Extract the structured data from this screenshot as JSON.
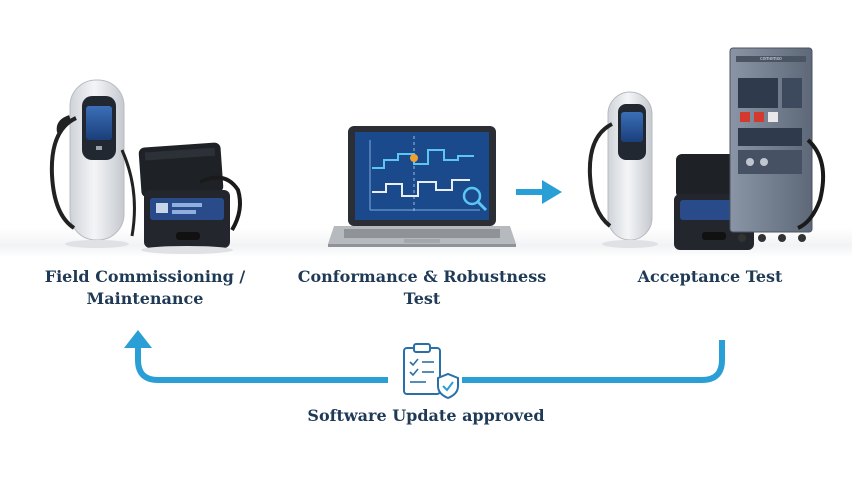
{
  "stages": [
    {
      "label_line1": "Field Commissioning /",
      "label_line2": "Maintenance"
    },
    {
      "label_line1": "Conformance & Robustness",
      "label_line2": "Test"
    },
    {
      "label_line1": "Acceptance Test",
      "label_line2": ""
    }
  ],
  "loop": {
    "label": "Software Update approved"
  },
  "test_rack": {
    "brand": "comemso"
  },
  "colors": {
    "accent": "#2a9fd6",
    "text": "#1f3a56",
    "rack": "#7a8699",
    "charger_body": "#e9ebee"
  },
  "icons": [
    "ev-charger-icon",
    "test-case-icon",
    "laptop-icon",
    "chart-icon",
    "magnifier-icon",
    "arrow-right-icon",
    "test-rack-icon",
    "clipboard-check-icon",
    "shield-check-icon",
    "arrow-up-icon"
  ]
}
